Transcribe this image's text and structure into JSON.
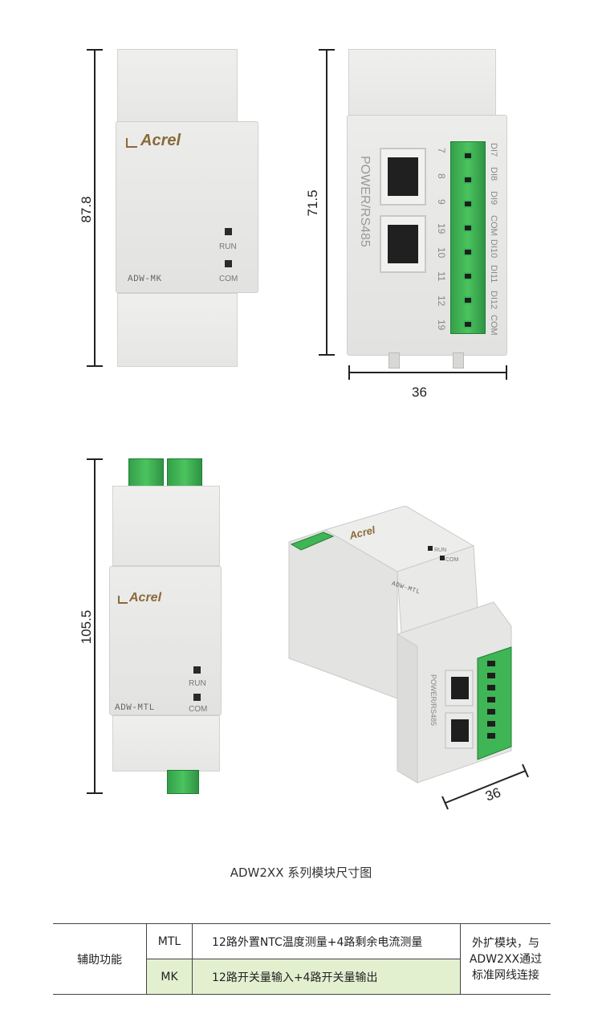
{
  "dimensions": {
    "front_height": "87.8",
    "side_height": "71.5",
    "side_width": "36",
    "tall_height": "105.5",
    "iso_width": "36"
  },
  "device": {
    "brand": "Acrel",
    "model_mk": "ADW-MK",
    "model_mtl": "ADW-MTL",
    "led_run": "RUN",
    "led_com": "COM",
    "port_label": "POWER/RS485",
    "terminal_numbers": [
      "7",
      "8",
      "9",
      "19",
      "10",
      "11",
      "12",
      "19"
    ],
    "terminal_labels": [
      "DI7",
      "DI8",
      "DI9",
      "COM",
      "DI10",
      "DI11",
      "DI12",
      "COM"
    ]
  },
  "caption": "ADW2XX 系列模块尺寸图",
  "table": {
    "category": "辅助功能",
    "rows": [
      {
        "code": "MTL",
        "desc": "12路外置NTC温度测量+4路剩余电流测量"
      },
      {
        "code": "MK",
        "desc": "12路开关量输入+4路开关量输出"
      }
    ],
    "note": "外扩模块，与ADW2XX通过标准网线连接"
  },
  "colors": {
    "terminal_green": "#3fb555",
    "highlight_row": "#e2f0d0",
    "logo_brown": "#8a6a3a"
  }
}
